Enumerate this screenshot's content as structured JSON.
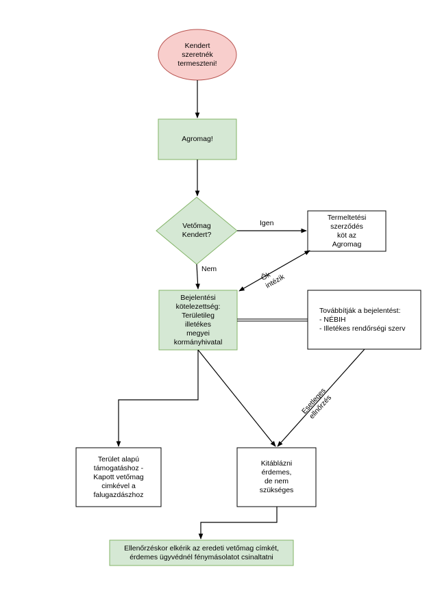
{
  "nodes": {
    "start": {
      "text": "Kendert\nszeretnék\ntermeszteni!",
      "shape": "ellipse",
      "fill": "#f8cecc",
      "stroke": "#b85450"
    },
    "agromag": {
      "text": "Agromag!",
      "shape": "rect",
      "fill": "#d5e8d4",
      "stroke": "#82b366"
    },
    "decision": {
      "text": "Vetőmag\nKendert?",
      "shape": "diamond",
      "fill": "#d5e8d4",
      "stroke": "#82b366"
    },
    "contract": {
      "text": "Termeltetési\nszerződés\nköt az\nAgromag",
      "shape": "rect",
      "fill": "#ffffff",
      "stroke": "#000000"
    },
    "report": {
      "text": "Bejelentési\nkötelezettség:\nTerületileg\nilletékes\nmegyei\nkormányhivatal",
      "shape": "rect",
      "fill": "#d5e8d4",
      "stroke": "#82b366"
    },
    "forward": {
      "text": "Továbbítják a bejelentést:\n- NÉBIH\n- Illetékes rendőrségi szerv",
      "shape": "rect",
      "fill": "#ffffff",
      "stroke": "#000000"
    },
    "support": {
      "text": "Terület alapú\ntámogatáshoz -\nKapott vetőmag\ncimkével a\nfalugazdászhoz",
      "shape": "rect",
      "fill": "#ffffff",
      "stroke": "#000000"
    },
    "sign": {
      "text": "Kitáblázni\nérdemes,\nde nem\nszükséges",
      "shape": "rect",
      "fill": "#ffffff",
      "stroke": "#000000"
    },
    "check": {
      "text": "Ellenőrzéskor elkérik az eredeti vetőmag címkét,\nérdemes ügyvédnél fénymásolatot csinaltatni",
      "shape": "rect",
      "fill": "#d5e8d4",
      "stroke": "#82b366"
    }
  },
  "edge_labels": {
    "igen": "Igen",
    "nem": "Nem",
    "ok_intezik": "Ők\nintézik",
    "eseteges": "Esetleges\nellnőrzés"
  }
}
